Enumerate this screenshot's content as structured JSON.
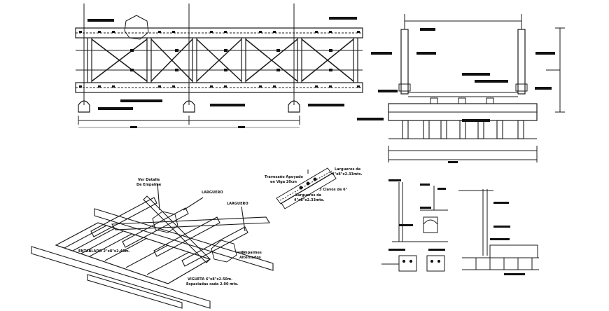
{
  "labels": {
    "detalle_empalme": "Ver Detalle",
    "detalle_empalme_2": "De Empalme",
    "larguero_1": "LARGUERO",
    "larguero_2": "LARGUERO",
    "entablado": "ENTABLADO 2\"x8\"x2.40m.",
    "empalmes": "Empalmes",
    "empalmes_2": "Alternados",
    "vigueta": "VIGUETA 6\"x8\"x2.50m.",
    "vigueta_2": "Espaciadas cada 2.00 mts.",
    "travesano": "Travesaño Apoyado",
    "travesano_2": "en Viga 20cm",
    "largueros_de": "Largueros de",
    "largueros_de_dim": "4\"x8\"x2.33mts.",
    "clavos": "3 Clavos de 6\"",
    "largueros_b": "Largueros de",
    "largueros_b_dim": "4\"x8\"x2.33mts."
  },
  "colors": {
    "line": "#1a1a1a",
    "fill_dark": "#111111",
    "accent": "#000000"
  }
}
